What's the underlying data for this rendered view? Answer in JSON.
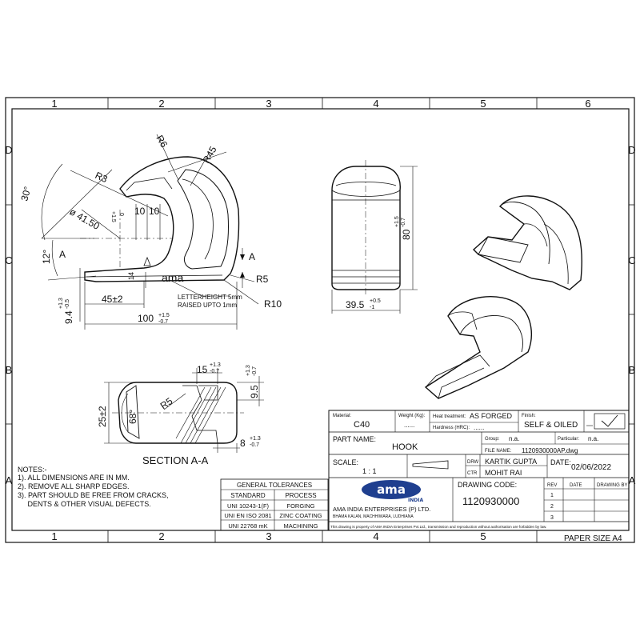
{
  "frame": {
    "zones_top": [
      "1",
      "2",
      "3",
      "4",
      "5",
      "6"
    ],
    "zones_bottom": [
      "1",
      "2",
      "3",
      "4",
      "5"
    ],
    "zones_left": [
      "D",
      "C",
      "B",
      "A"
    ],
    "zones_right": [
      "D",
      "C",
      "B",
      "A"
    ]
  },
  "dimensions": {
    "angle30": "30°",
    "r3": "R3",
    "r6": "R6",
    "r45": "R45",
    "dia": "ø 41.50",
    "dia_tol_up": "+1.5",
    "dia_tol_lo": "0",
    "d10a": "10",
    "d10b": "10",
    "angle12": "12°",
    "sec_a_top": "A",
    "sec_a_bot": "A",
    "d14": "14",
    "r5": "R5",
    "r10": "R10",
    "d45": "45±2",
    "d94": "9.4",
    "d94_up": "+1.3",
    "d94_lo": "-0.5",
    "d100": "100",
    "d100_up": "+1.5",
    "d100_lo": "-0.7",
    "d80": "80",
    "d80_up": "+1.5",
    "d80_lo": "-0.7",
    "d395": "39.5",
    "d395_up": "+0.5",
    "d395_lo": "-1",
    "d15": "15",
    "d15_up": "+1.3",
    "d15_lo": "-0.7",
    "d95": "9.5",
    "d95_up": "+1.3",
    "d95_lo": "-0.7",
    "d25": "25±2",
    "a68": "68°",
    "r5b": "R5",
    "d8": "8",
    "d8_up": "+1.3",
    "d8_lo": "-0.7"
  },
  "annotations": {
    "letter_mark": "ama",
    "letter_note_1": "LETTERHEIGHT 5mm",
    "letter_note_2": "RAISED UPTO 1mm",
    "section_label": "SECTION A-A"
  },
  "notes": {
    "title": "NOTES:-",
    "lines": [
      "1). ALL DIMENSIONS ARE IN MM.",
      "2). REMOVE ALL SHARP EDGES.",
      "3). PART SHOULD BE FREE FROM CRACKS,",
      "     DENTS & OTHER VISUAL DEFECTS."
    ]
  },
  "tolerances": {
    "title": "GENERAL TOLERANCES",
    "col_standard": "STANDARD",
    "col_process": "PROCESS",
    "rows": [
      {
        "standard": "UNI 10243-1(F)",
        "process": "FORGING"
      },
      {
        "standard": "UNI EN ISO 2081",
        "process": "ZINC COATING"
      },
      {
        "standard": "UNI 22768 mK",
        "process": "MACHINING"
      }
    ]
  },
  "title_block": {
    "material_label": "Material:",
    "material": "C40",
    "weight_label": "Weight (Kg):",
    "weight": "......",
    "heat_label": "Heat treatment:",
    "heat": "AS FORGED",
    "hardness_label": "Hardness (HRC):",
    "hardness": "......",
    "finish_label": "Finish:",
    "finish": "SELF & OILED",
    "part_name_label": "PART NAME:",
    "part_name": "HOOK",
    "group_label": "Group:",
    "group": "n.a.",
    "particular_label": "Particular:",
    "particular": "n.a.",
    "file_label": "FILE NAME:",
    "file_name": "1120930000AP.dwg",
    "scale_label": "SCALE:",
    "scale": "1 : 1",
    "drw_label": "DRW",
    "drw": "KARTIK GUPTA",
    "ctr_label": "CTR",
    "ctr": "MOHIT RAI",
    "date_label": "DATE:",
    "date": "02/06/2022",
    "drawing_code_label": "DRAWING CODE:",
    "drawing_code": "1120930000",
    "rev_label": "REV",
    "rev_date_label": "DATE",
    "drawing_by_label": "DRAWING BY",
    "revs": [
      "1",
      "2",
      "3"
    ],
    "logo_text": "ama",
    "logo_sub": "INDIA",
    "company": "AMA INDIA ENTERPRISES (P) LTD.",
    "address": "BHAMA KALAN, MACHHIWARA, LUDHIANA",
    "property_note": "This drawing is property of AMA INDIA Enterprises Pvt.Ltd., transmission and reproduction without authorisation are forbidden by law.",
    "paper_size": "PAPER SIZE A4"
  },
  "colors": {
    "ink": "#111111",
    "logo_blue": "#1f3f8f"
  }
}
